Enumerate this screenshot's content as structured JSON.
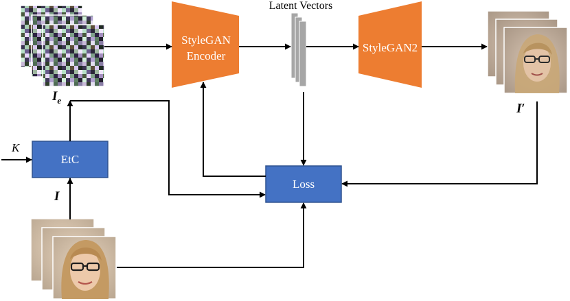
{
  "labels": {
    "latent_vectors": "Latent Vectors",
    "encoder_line1": "StyleGAN",
    "encoder_line2": "Encoder",
    "generator": "StyleGAN2",
    "etc": "EtC",
    "loss": "Loss",
    "k": "K",
    "i_main": "I",
    "i_e_main": "I",
    "i_e_sub": "e",
    "i_prime_main": "I",
    "i_prime_mark": "′"
  },
  "colors": {
    "trapezoid": "#ED7D31",
    "box_fill": "#4472C4",
    "box_stroke": "#2F528F",
    "latent_fill": "#A6A6A6",
    "arrow": "#000000"
  },
  "images": {
    "encrypted": "encrypted-image-stack",
    "input_faces": "input-face-stack",
    "output_faces": "reconstructed-face-stack"
  }
}
